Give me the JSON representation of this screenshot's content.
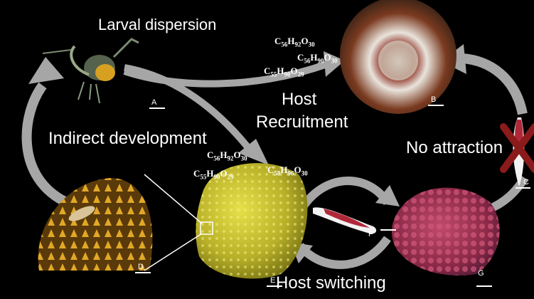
{
  "labels": {
    "larval_dispersion": "Larval dispersion",
    "host": "Host",
    "recruitment": "Recruitment",
    "indirect_development": "Indirect development",
    "no_attraction": "No attraction",
    "host_switching": "Host switching"
  },
  "formulas_top": [
    {
      "c": "56",
      "h": "92",
      "o": "30"
    },
    {
      "c": "56",
      "h": "90",
      "o": "30"
    },
    {
      "c": "55",
      "h": "90",
      "o": "29"
    }
  ],
  "formulas_mid": [
    {
      "c": "56",
      "h": "92",
      "o": "30"
    },
    {
      "c": "55",
      "h": "90",
      "o": "29"
    },
    {
      "c": "58",
      "h": "96",
      "o": "30"
    }
  ],
  "panels": [
    "A",
    "B",
    "C",
    "D",
    "E",
    "F",
    "G"
  ],
  "colors": {
    "background": "#000000",
    "arrow": "#a6a6a6",
    "cross": "#8b1a1a",
    "seastar_yellow": "#c8c020",
    "seastar_red": "#b03a5a",
    "sponge_orange": "#e0a020"
  }
}
